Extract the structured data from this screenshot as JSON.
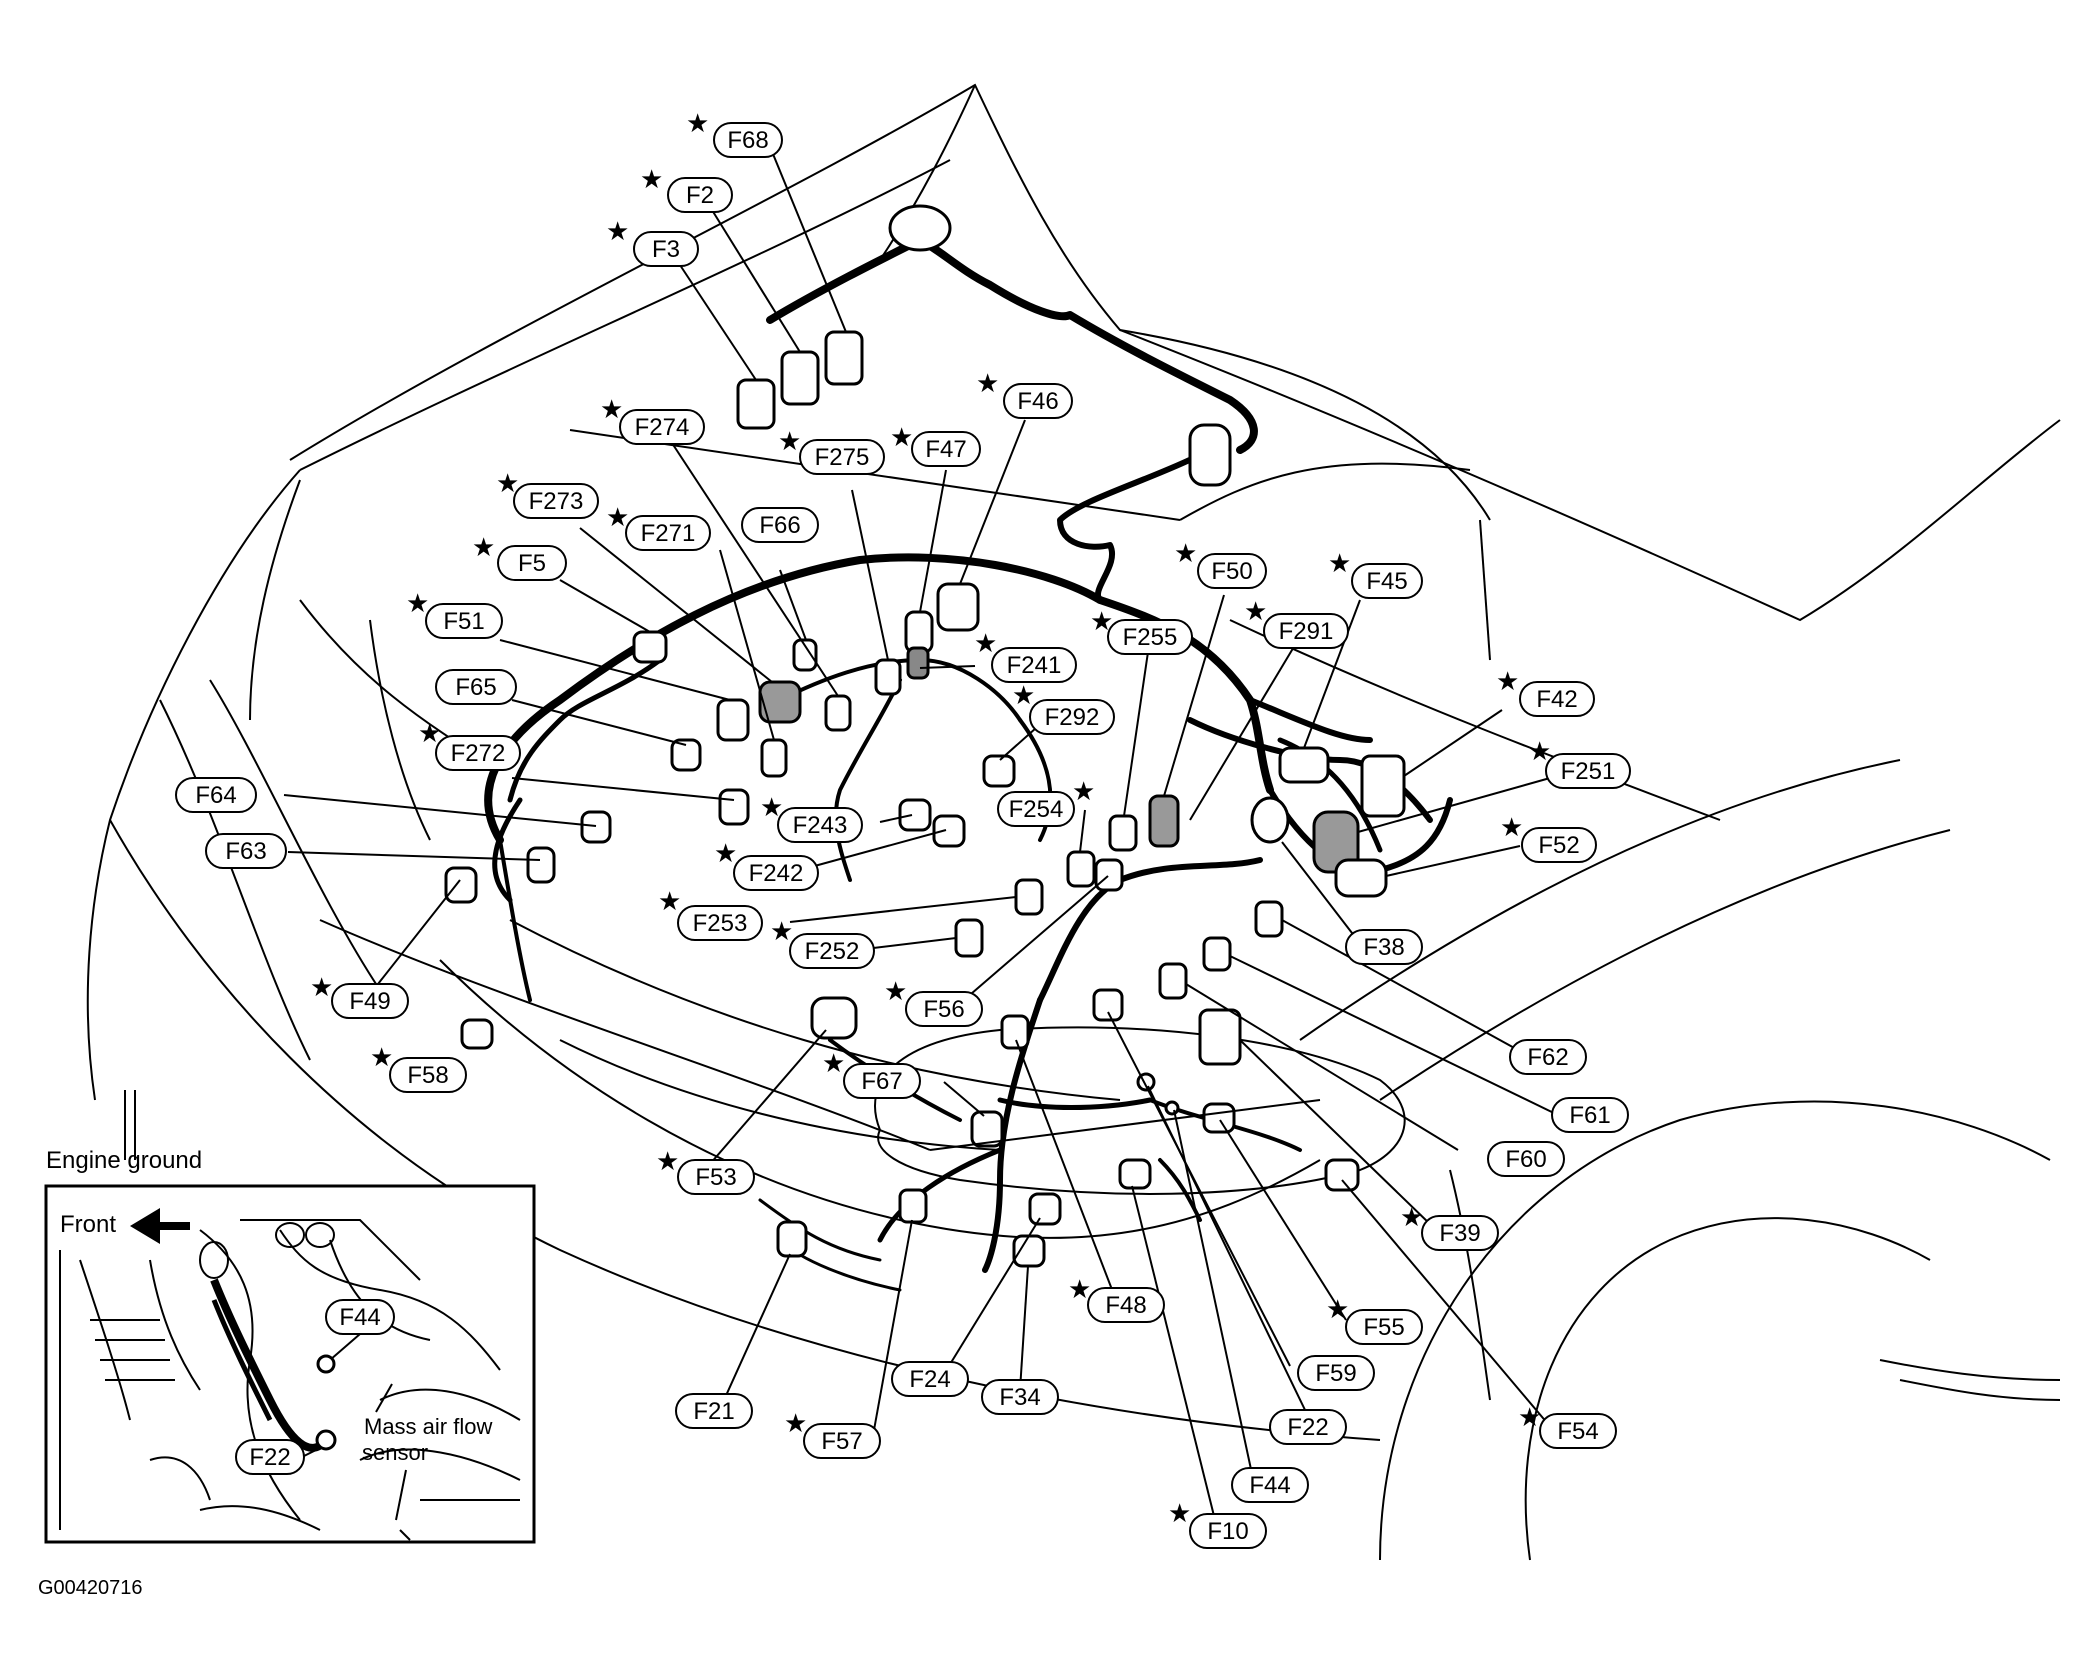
{
  "labels": {
    "F68": "F68",
    "F2": "F2",
    "F3": "F3",
    "F46": "F46",
    "F274": "F274",
    "F47": "F47",
    "F275": "F275",
    "F273": "F273",
    "F271": "F271",
    "F66": "F66",
    "F5": "F5",
    "F50": "F50",
    "F45": "F45",
    "F51": "F51",
    "F255": "F255",
    "F291": "F291",
    "F241": "F241",
    "F65": "F65",
    "F42": "F42",
    "F292": "F292",
    "F272": "F272",
    "F251": "F251",
    "F64": "F64",
    "F254": "F254",
    "F243": "F243",
    "F52": "F52",
    "F63": "F63",
    "F242": "F242",
    "F253": "F253",
    "F38": "F38",
    "F252": "F252",
    "F49": "F49",
    "F56": "F56",
    "F62": "F62",
    "F58": "F58",
    "F67": "F67",
    "F61": "F61",
    "F60": "F60",
    "F53": "F53",
    "F39": "F39",
    "F48": "F48",
    "F55": "F55",
    "F59": "F59",
    "F24": "F24",
    "F34": "F34",
    "F21": "F21",
    "F22": "F22",
    "F54": "F54",
    "F57": "F57",
    "F44": "F44",
    "F10": "F10",
    "inset_F44": "F44",
    "inset_F22": "F22"
  },
  "inset": {
    "title": "Engine ground",
    "front_label": "Front",
    "sensor_label_line1": "Mass air flow",
    "sensor_label_line2": "sensor"
  },
  "figure_code": "G00420716"
}
